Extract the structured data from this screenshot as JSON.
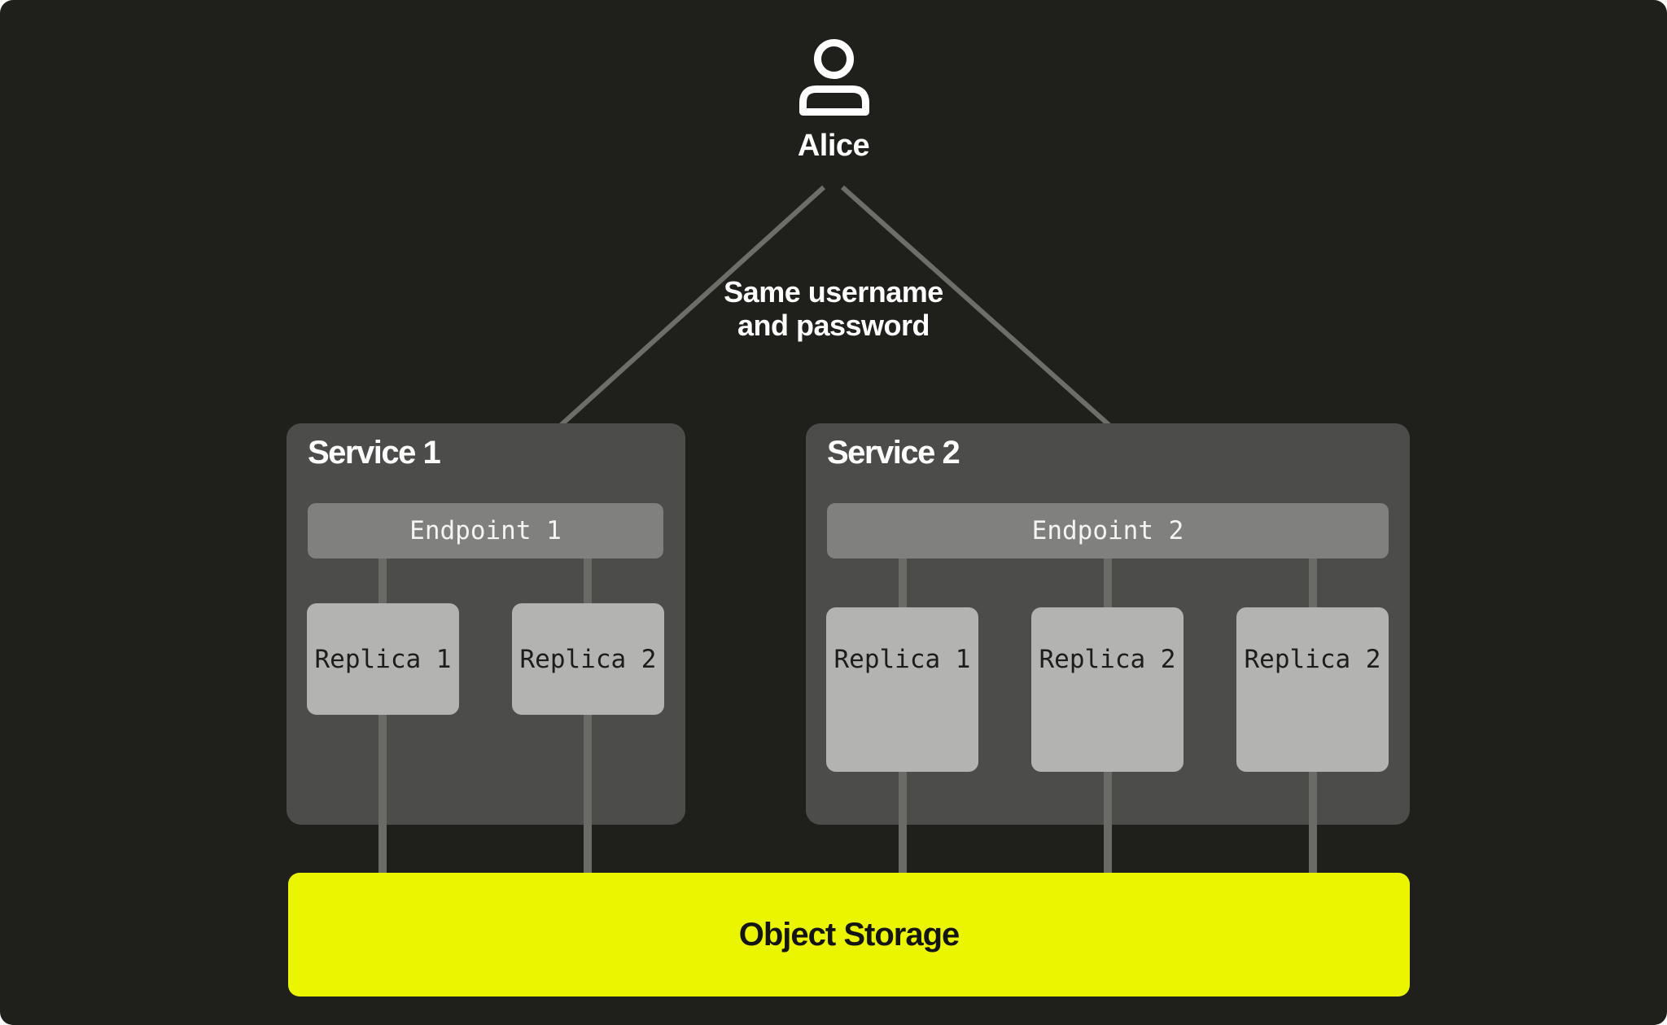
{
  "user": {
    "name": "Alice"
  },
  "annotation": {
    "line1": "Same username",
    "line2": "and password"
  },
  "services": [
    {
      "title": "Service 1",
      "endpoint": {
        "label": "Endpoint 1"
      },
      "replicas": [
        {
          "label": "Replica 1"
        },
        {
          "label": "Replica 2"
        }
      ]
    },
    {
      "title": "Service 2",
      "endpoint": {
        "label": "Endpoint 2"
      },
      "replicas": [
        {
          "label": "Replica 1"
        },
        {
          "label": "Replica 2"
        },
        {
          "label": "Replica 2"
        }
      ]
    }
  ],
  "storage": {
    "label": "Object Storage"
  },
  "colors": {
    "canvas_background": "#1f1f1b",
    "page_background": "#ffffff",
    "service_panel": "#4c4c4a",
    "endpoint": "#80807e",
    "replica": "#b3b3b1",
    "connector": "#6a6a67",
    "storage_accent": "#ebf500",
    "heading_text": "#ffffff",
    "node_text_dark": "#1d1d1a"
  }
}
